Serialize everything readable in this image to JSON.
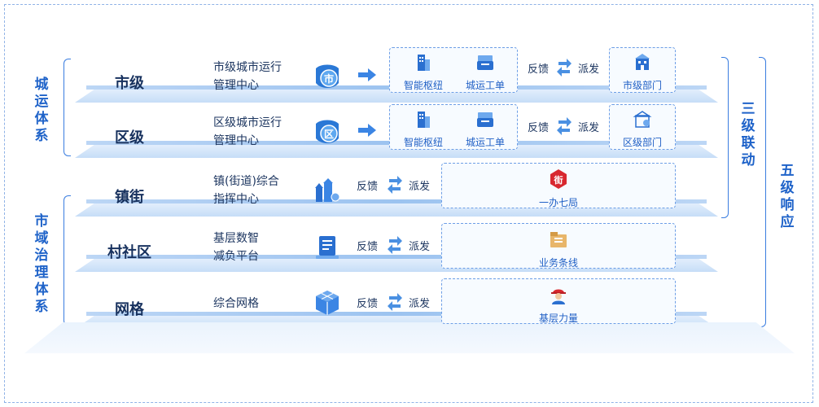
{
  "left_groups": [
    {
      "label": "城运体系"
    },
    {
      "label": "市域治理体系"
    }
  ],
  "right_groups": [
    {
      "label": "三级联动"
    },
    {
      "label": "五级响应"
    }
  ],
  "levels": [
    {
      "name": "市级",
      "desc": [
        "市级城市运行",
        "管理中心"
      ],
      "icon": "city-badge-icon",
      "badge": "市"
    },
    {
      "name": "区级",
      "desc": [
        "区级城市运行",
        "管理中心"
      ],
      "icon": "district-badge-icon",
      "badge": "区"
    },
    {
      "name": "镇街",
      "desc": [
        "镇(街道)综合",
        "指挥中心"
      ],
      "icon": "town-buildings-icon"
    },
    {
      "name": "村社区",
      "desc": [
        "基层数智",
        "减负平台"
      ],
      "icon": "platform-device-icon"
    },
    {
      "name": "网格",
      "desc": [
        "综合网格"
      ],
      "icon": "grid-cube-icon"
    }
  ],
  "hub_box": {
    "items": [
      "智能枢纽",
      "城运工单"
    ]
  },
  "flow": {
    "feedback": "反馈",
    "dispatch": "派发"
  },
  "dept_boxes": [
    "市级部门",
    "区级部门"
  ],
  "wide_boxes": [
    {
      "label": "一办七局",
      "badge": "街",
      "icon": "street-badge-icon"
    },
    {
      "label": "业务条线",
      "icon": "business-folder-icon"
    },
    {
      "label": "基层力量",
      "icon": "worker-helmet-icon"
    }
  ],
  "colors": {
    "accent": "#1f63c9",
    "bracket": "#3a7de0",
    "bar": "#c6ddf7",
    "badge_red": "#d8282f"
  }
}
